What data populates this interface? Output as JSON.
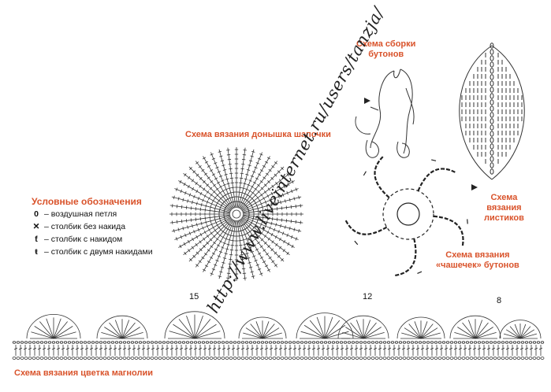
{
  "labels": {
    "bottom_top": "Схема сборки",
    "bottom_bottom": "бутонов",
    "cap": "Схема вязания донышка шапочки",
    "leaves_1": "Схема",
    "leaves_2": "вязания",
    "leaves_3": "листиков",
    "cups_1": "Схема вязания",
    "cups_2": "«чашечек» бутонов",
    "magnolia": "Схема вязания цветка магнолии"
  },
  "legend": {
    "title": "Условные обозначения",
    "items": [
      {
        "symbol": "0",
        "text": "– воздушная петля"
      },
      {
        "symbol": "✕",
        "text": "– столбик без накида"
      },
      {
        "symbol": "ƭ",
        "text": "– столбик с накидом"
      },
      {
        "symbol": "ŧ",
        "text": "– столбик с двумя накидами"
      }
    ]
  },
  "counts": [
    "15",
    "12",
    "8"
  ],
  "watermark": "http://www.liveinternet.ru/users/tanzja/",
  "colors": {
    "accent": "#d9532b",
    "ink": "#222222"
  }
}
